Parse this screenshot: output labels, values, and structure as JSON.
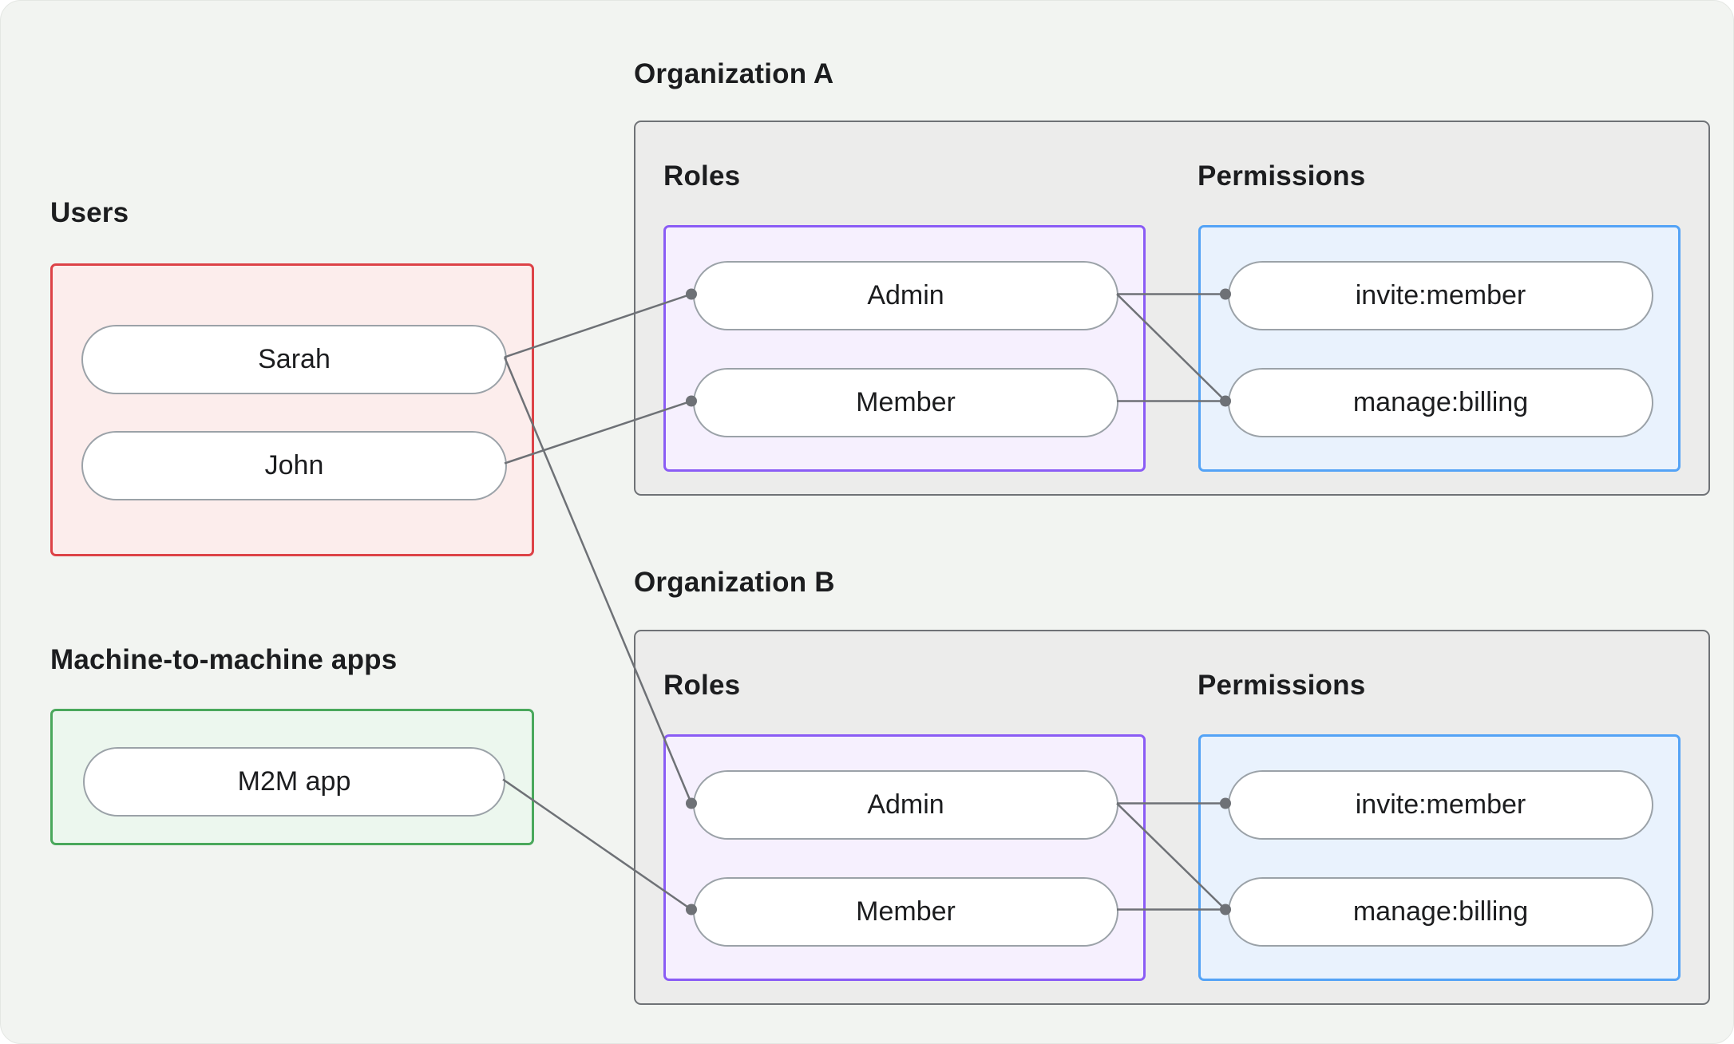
{
  "users_group": {
    "label": "Users",
    "items": [
      {
        "id": "sarah",
        "label": "Sarah"
      },
      {
        "id": "john",
        "label": "John"
      }
    ]
  },
  "m2m_group": {
    "label": "Machine-to-machine apps",
    "items": [
      {
        "id": "m2m-app",
        "label": "M2M app"
      }
    ]
  },
  "organizations": [
    {
      "id": "orgA",
      "label": "Organization A",
      "roles_label": "Roles",
      "permissions_label": "Permissions",
      "roles": [
        {
          "id": "orgA-admin",
          "label": "Admin"
        },
        {
          "id": "orgA-member",
          "label": "Member"
        }
      ],
      "permissions": [
        {
          "id": "orgA-invite",
          "label": "invite:member"
        },
        {
          "id": "orgA-billing",
          "label": "manage:billing"
        }
      ]
    },
    {
      "id": "orgB",
      "label": "Organization B",
      "roles_label": "Roles",
      "permissions_label": "Permissions",
      "roles": [
        {
          "id": "orgB-admin",
          "label": "Admin"
        },
        {
          "id": "orgB-member",
          "label": "Member"
        }
      ],
      "permissions": [
        {
          "id": "orgB-invite",
          "label": "invite:member"
        },
        {
          "id": "orgB-billing",
          "label": "manage:billing"
        }
      ]
    }
  ],
  "edges": [
    {
      "from": "sarah",
      "to": "orgA-admin"
    },
    {
      "from": "john",
      "to": "orgA-member"
    },
    {
      "from": "sarah",
      "to": "orgB-admin"
    },
    {
      "from": "m2m-app",
      "to": "orgB-member"
    },
    {
      "from": "orgA-admin",
      "to": "orgA-invite"
    },
    {
      "from": "orgA-admin",
      "to": "orgA-billing"
    },
    {
      "from": "orgA-member",
      "to": "orgA-billing"
    },
    {
      "from": "orgB-admin",
      "to": "orgB-invite"
    },
    {
      "from": "orgB-admin",
      "to": "orgB-billing"
    },
    {
      "from": "orgB-member",
      "to": "orgB-billing"
    }
  ],
  "colors": {
    "canvas_bg": "#f2f4f1",
    "text": "#1c1d1f",
    "pill_border": "#9ba2a8",
    "users_border": "#dd4247",
    "users_bg": "#fcedec",
    "m2m_border": "#4aa85c",
    "m2m_bg": "#ecf7ee",
    "org_border": "#6f7276",
    "org_bg": "#ececeb",
    "roles_border": "#8a5cf5",
    "roles_bg": "#f6f0fe",
    "permissions_border": "#54a3f6",
    "permissions_bg": "#e9f2fd",
    "edge": "#6e7176"
  }
}
